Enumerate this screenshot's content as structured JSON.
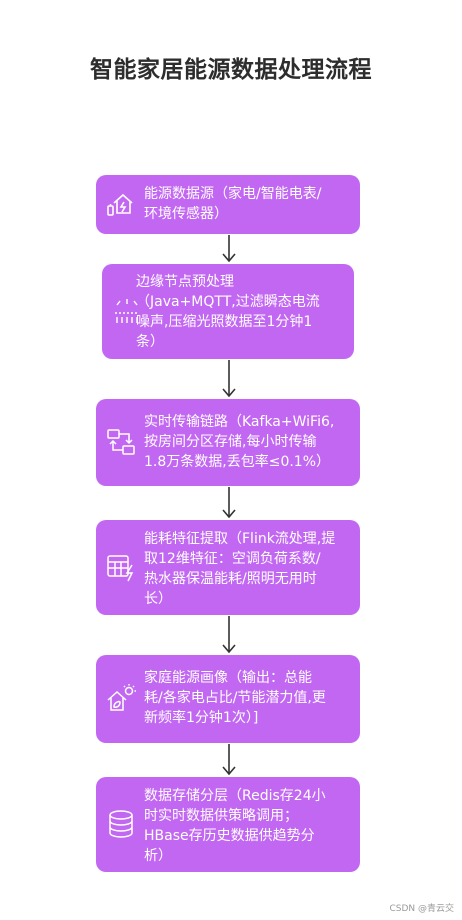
{
  "title": "智能家居能源数据处理流程",
  "steps": [
    {
      "icon": "home-energy-icon",
      "text": "能源数据源（家电/智能电表/\n环境传感器）"
    },
    {
      "icon": "filter-noise-icon",
      "text": "边缘节点预处理\n（Java+MQTT,过滤瞬态电流\n噪声,压缩光照数据至1分钟1\n条）"
    },
    {
      "icon": "transfer-icon",
      "text": "实时传输链路（Kafka+WiFi6,\n按房间分区存储,每小时传输\n1.8万条数据,丢包率≤0.1%）"
    },
    {
      "icon": "table-energy-icon",
      "text": "能耗特征提取（Flink流处理,提\n取12维特征：空调负荷系数/\n热水器保温能耗/照明无用时\n长）"
    },
    {
      "icon": "house-sun-icon",
      "text": "家庭能源画像（输出：总能\n耗/各家电占比/节能潜力值,更\n新频率1分钟1次）]"
    },
    {
      "icon": "database-icon",
      "text": "数据存储分层（Redis存24小\n时实时数据供策略调用；\nHBase存历史数据供趋势分\n析）"
    }
  ],
  "watermark": "CSDN @青云交"
}
